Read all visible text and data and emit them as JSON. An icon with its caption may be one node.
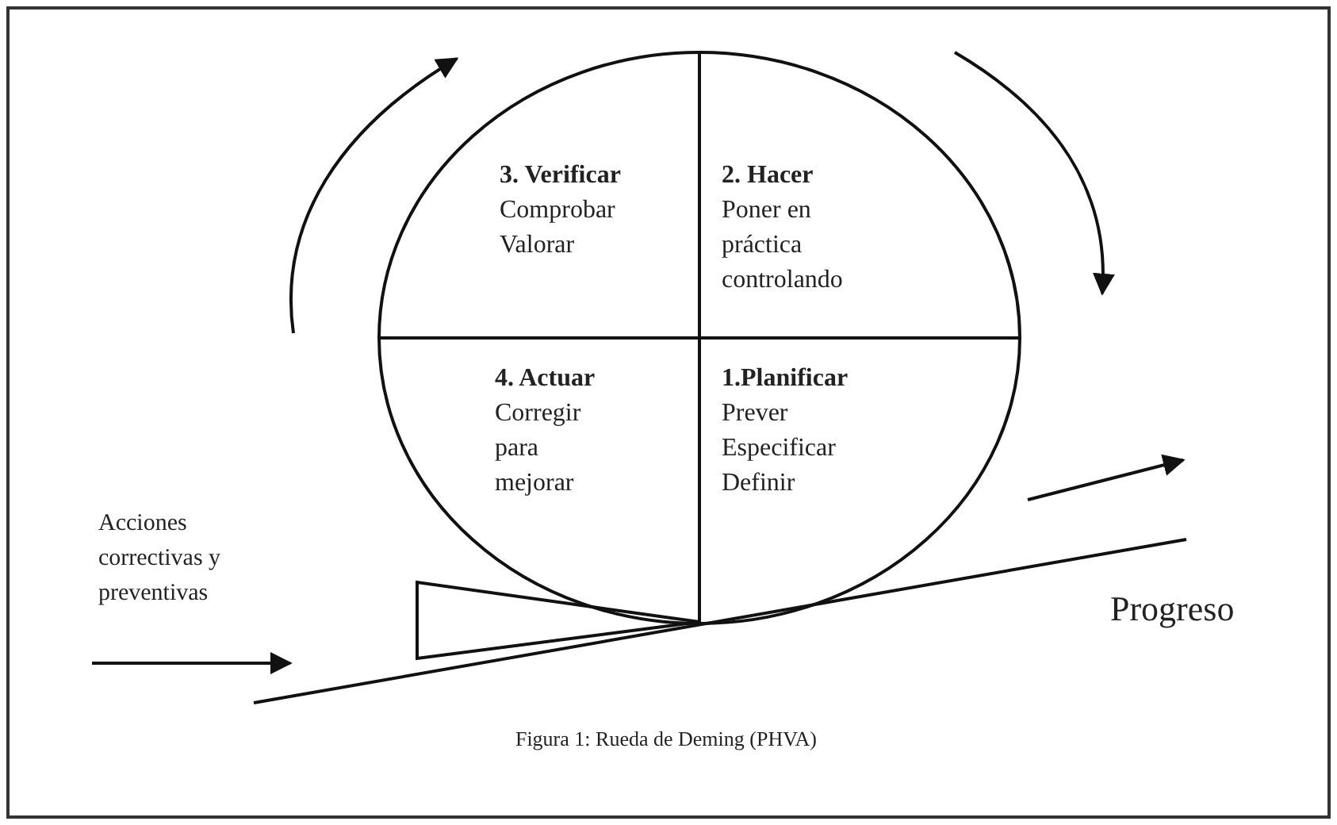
{
  "diagram": {
    "caption": "Figura 1: Rueda de Deming (PHVA)",
    "nodes": [
      {
        "text": [
          "3. Verificar",
          "Comprobar Valorar"
        ]
      },
      {
        "text": [
          "2. Hacer",
          "Poner en práctica controlando"
        ]
      },
      {
        "text": [
          "4. Actuar",
          "Corregir para mejorar"
        ]
      },
      {
        "text": [
          "1.Planificar",
          "Prever Especificar Definir"
        ]
      }
    ],
    "edges": [],
    "labels": [
      "Acciones correctivas y preventivas",
      "Progreso"
    ]
  }
}
